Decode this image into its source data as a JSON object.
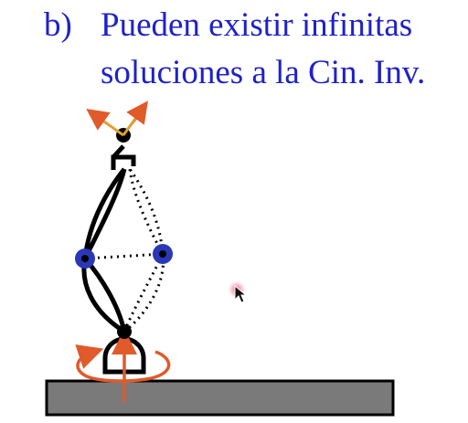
{
  "slide": {
    "item_label": "b)",
    "title_lines": [
      "Pueden existir infinitas",
      "soluciones a la Cin. Inv."
    ]
  },
  "colors": {
    "title_text": "#1e22c8",
    "joint_blue": "#2a38b8",
    "arrow_orange": "#e05a2a",
    "ground": "#7a7a7a",
    "link": "#000000",
    "cursor_highlight": "#e8506a"
  },
  "icons": {
    "base_rotation": "rotation-arrow-icon",
    "cursor": "mouse-pointer-icon"
  }
}
